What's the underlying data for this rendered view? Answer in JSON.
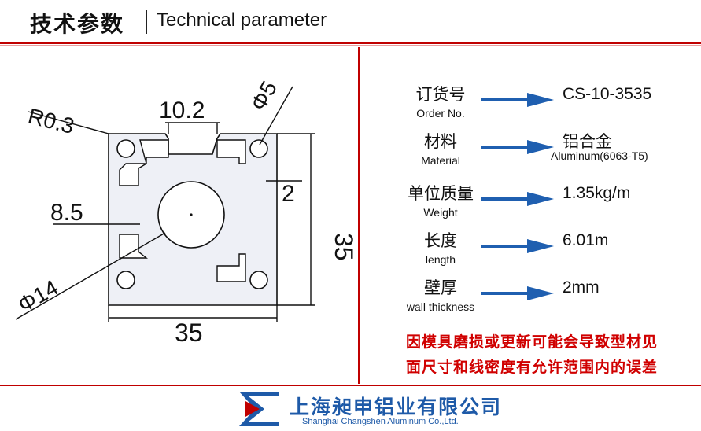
{
  "header": {
    "title_cn": "技术参数",
    "title_en": "Technical parameter"
  },
  "drawing": {
    "dim_radius": "R0.3",
    "dim_slot_width": "10.2",
    "dim_hole": "Φ5",
    "dim_wall": "2",
    "dim_slot_depth": "8.5",
    "dim_height": "35",
    "dim_width": "35",
    "dim_center_bore": "Φ14"
  },
  "params": [
    {
      "label_cn": "订货号",
      "label_en": "Order No.",
      "value": "CS-10-3535",
      "value_sub": ""
    },
    {
      "label_cn": "材料",
      "label_en": "Material",
      "value": "铝合金",
      "value_sub": "Aluminum(6063-T5)"
    },
    {
      "label_cn": "单位质量",
      "label_en": "Weight",
      "value": "1.35kg/m",
      "value_sub": ""
    },
    {
      "label_cn": "长度",
      "label_en": "length",
      "value": "6.01m",
      "value_sub": ""
    },
    {
      "label_cn": "壁厚",
      "label_en": "wall thickness",
      "value": "2mm",
      "value_sub": ""
    }
  ],
  "note": {
    "line1": "因模具磨损或更新可能会导致型材见",
    "line2": "面尺寸和线密度有允许范围内的误差"
  },
  "footer": {
    "company_cn": "上海昶申铝业有限公司",
    "company_en": "Shanghai Changshen Aluminum Co.,Ltd."
  },
  "colors": {
    "accent_red": "#c00000",
    "arrow_blue": "#1f5fb0",
    "brand_blue": "#1e5aa8"
  }
}
